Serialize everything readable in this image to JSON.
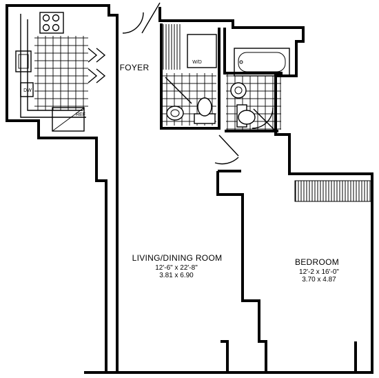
{
  "rooms": {
    "foyer": {
      "name": "FOYER"
    },
    "living": {
      "name": "LIVING/DINING ROOM",
      "dim_imperial": "12'-6\" x 22'-8\"",
      "dim_metric": "3.81 x 6.90"
    },
    "bedroom": {
      "name": "BEDROOM",
      "dim_imperial": "12'-2 x 16'-0\"",
      "dim_metric": "3.70 x 4.87"
    }
  },
  "fixtures": {
    "washer_dryer": "W/D",
    "dishwasher": "DW",
    "refrigerator": "REF"
  }
}
